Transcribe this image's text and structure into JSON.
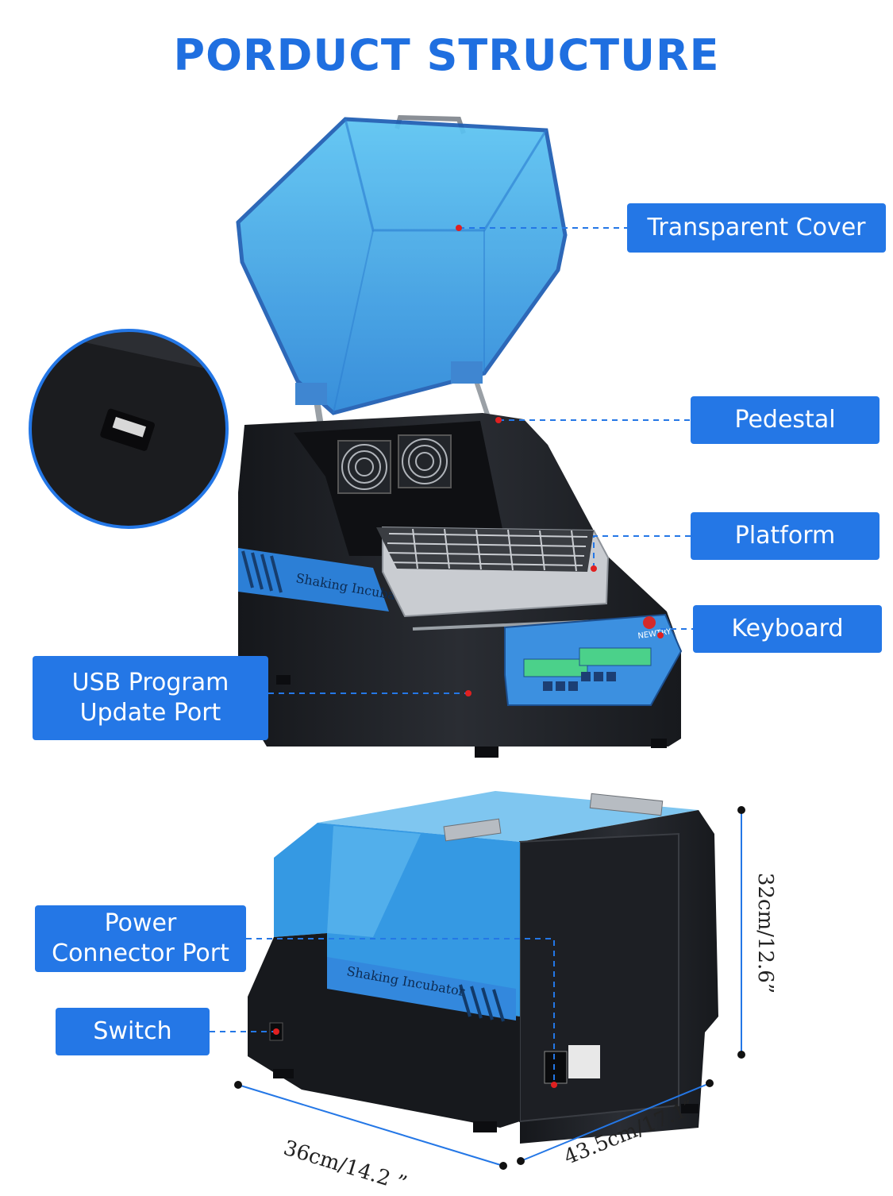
{
  "title": "PORDUCT STRUCTURE",
  "labels": {
    "transparent_cover": "Transparent Cover",
    "pedestal": "Pedestal",
    "platform": "Platform",
    "keyboard": "Keyboard",
    "usb_port": "USB Program\nUpdate Port",
    "power_port": "Power\nConnector Port",
    "switch": "Switch"
  },
  "product_text": {
    "front_decal": "Shaking Incubator",
    "back_decal": "Shaking Incubator",
    "brand": "NEWTRY"
  },
  "dimensions": {
    "height": "32cm/12.6”",
    "depth": "36cm/14.2 ”",
    "width": "43.5cm/17.1″"
  },
  "colors": {
    "accent_blue": "#2477e6",
    "title_blue": "#1f6fe0",
    "cover_blue": "#3ba6e8",
    "body_black": "#1c1e22"
  }
}
